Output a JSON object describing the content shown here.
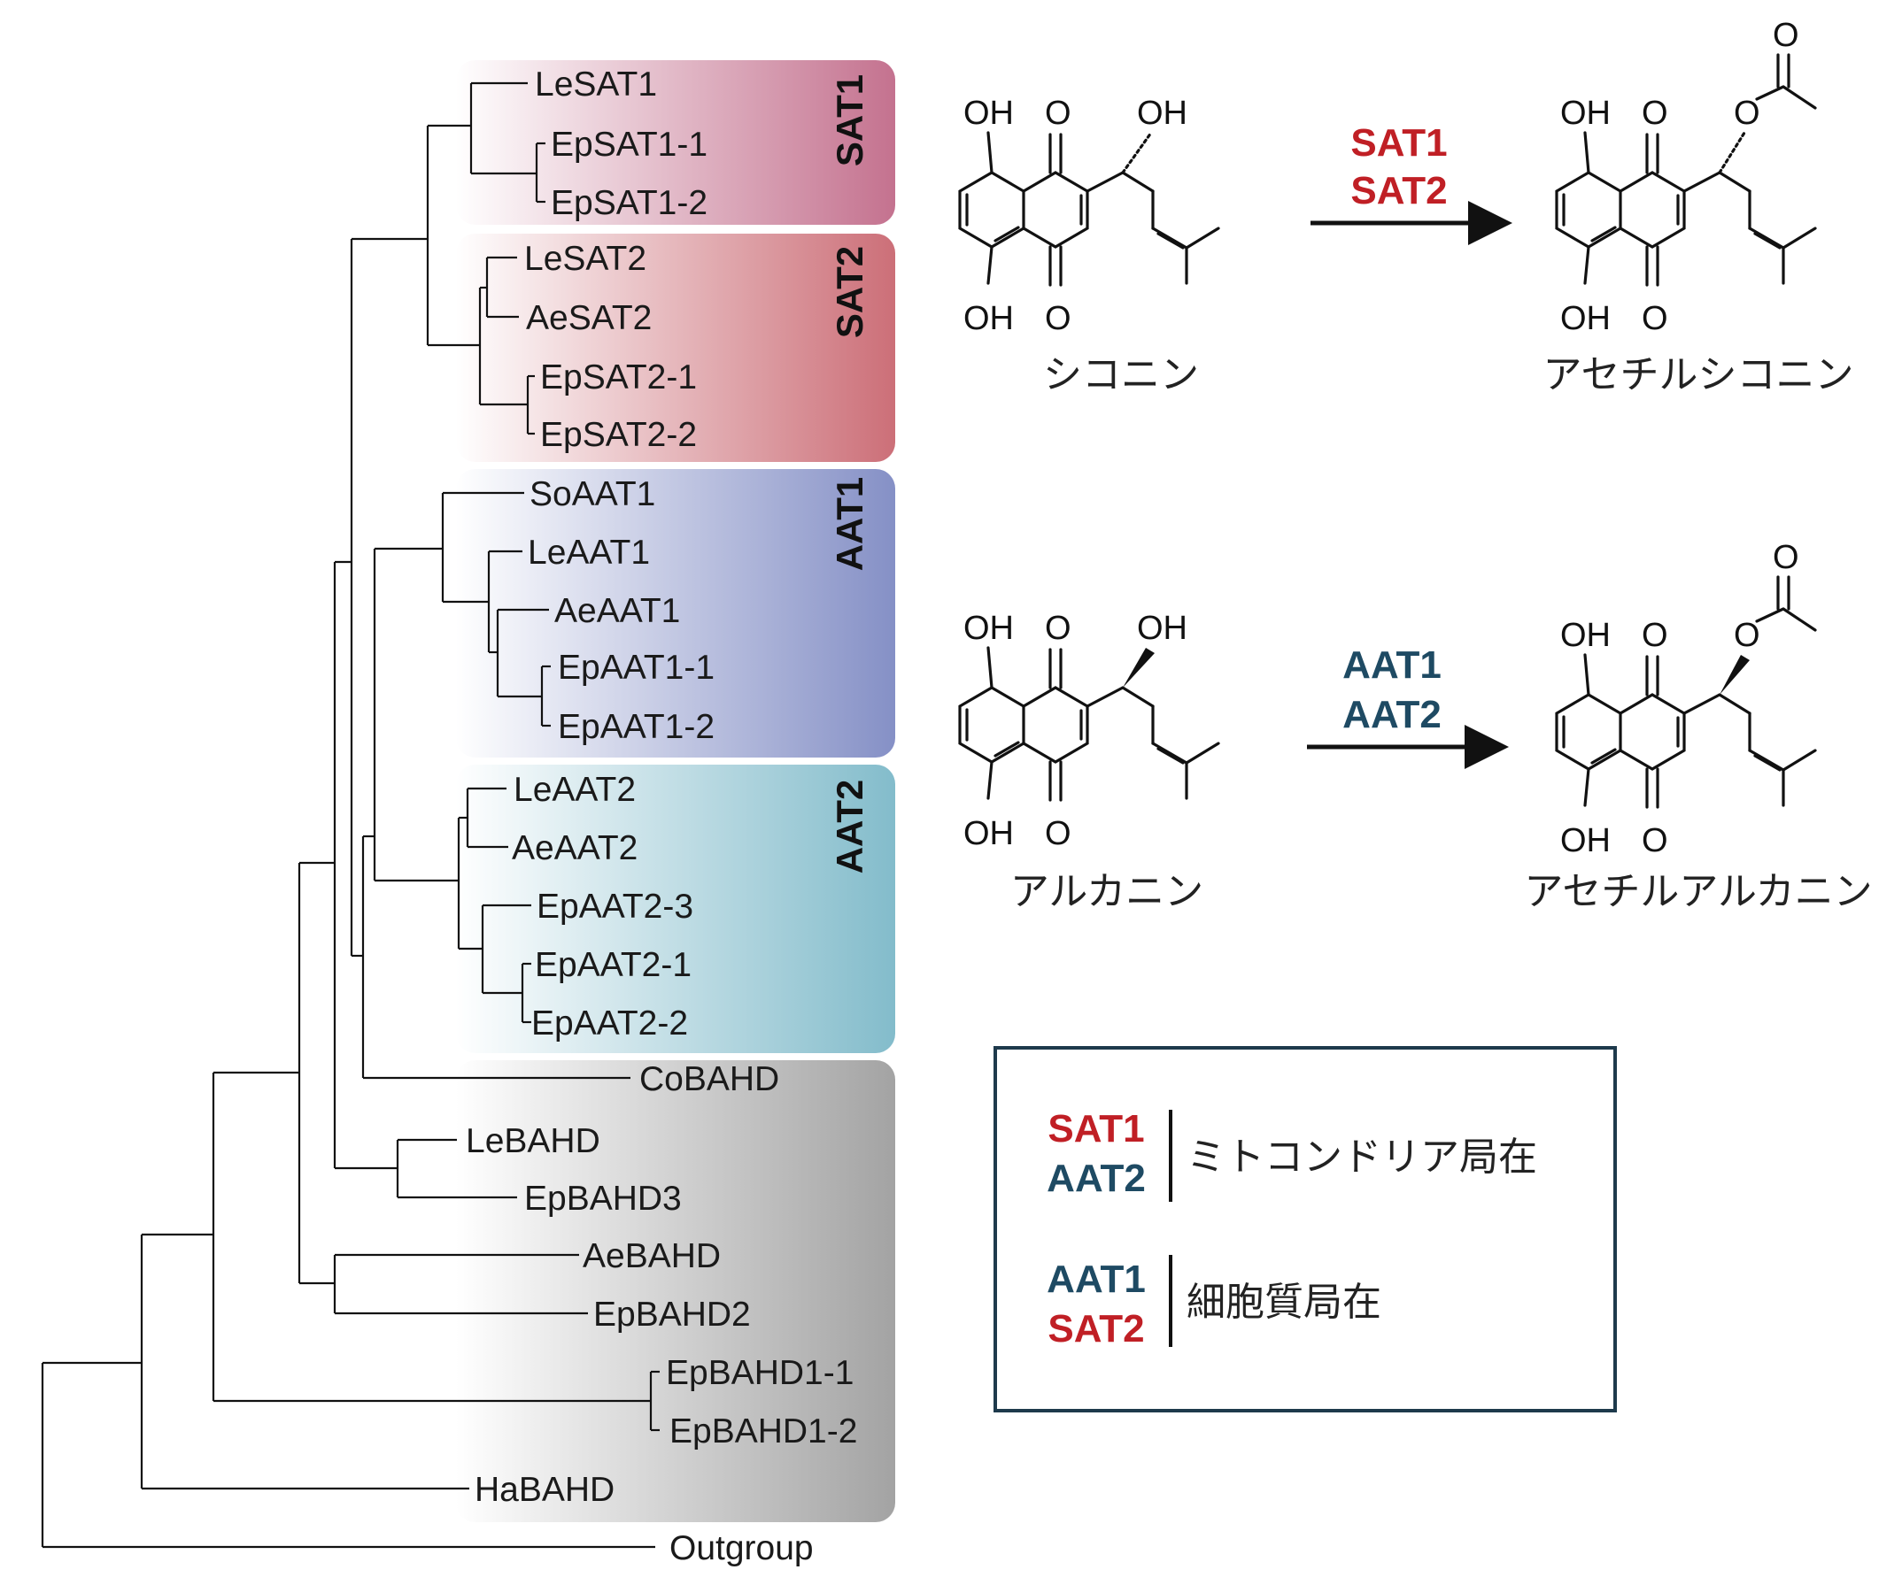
{
  "colors": {
    "sat": "#c01f25",
    "aat": "#1e4a63",
    "sat1_box": "#c4728f",
    "sat2_box": "#cc6f78",
    "aat1_box": "#8590c6",
    "aat2_box": "#83bccb",
    "other_box": "#a3a3a3"
  },
  "clades": [
    {
      "label": "SAT1"
    },
    {
      "label": "SAT2"
    },
    {
      "label": "AAT1"
    },
    {
      "label": "AAT2"
    }
  ],
  "leaves": [
    "LeSAT1",
    "EpSAT1-1",
    "EpSAT1-2",
    "LeSAT2",
    "AeSAT2",
    "EpSAT2-1",
    "EpSAT2-2",
    "SoAAT1",
    "LeAAT1",
    "AeAAT1",
    "EpAAT1-1",
    "EpAAT1-2",
    "LeAAT2",
    "AeAAT2",
    "EpAAT2-3",
    "EpAAT2-1",
    "EpAAT2-2",
    "CoBAHD",
    "LeBAHD",
    "EpBAHD3",
    "AeBAHD",
    "EpBAHD2",
    "EpBAHD1-1",
    "EpBAHD1-2",
    "HaBAHD",
    "Outgroup"
  ],
  "reactions": [
    {
      "substrate_name": "シコニン",
      "product_name": "アセチルシコニン",
      "enzymes": [
        "SAT1",
        "SAT2"
      ]
    },
    {
      "substrate_name": "アルカニン",
      "product_name": "アセチルアルカニン",
      "enzymes": [
        "AAT1",
        "AAT2"
      ]
    }
  ],
  "atoms": {
    "oh": "OH",
    "o": "O"
  },
  "legend": {
    "groups": [
      {
        "enzymes": [
          "SAT1",
          "AAT2"
        ],
        "label": "ミトコンドリア局在"
      },
      {
        "enzymes": [
          "AAT1",
          "SAT2"
        ],
        "label": "細胞質局在"
      }
    ]
  }
}
